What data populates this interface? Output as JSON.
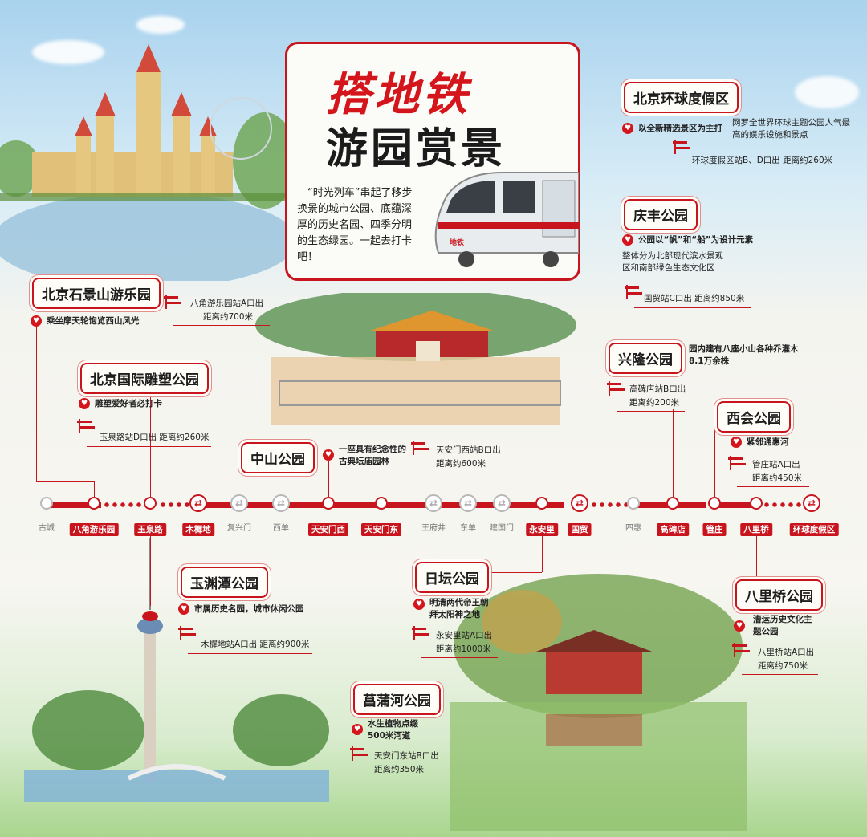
{
  "title": {
    "main": "搭地铁",
    "sub": "游园赏景"
  },
  "intro": "“时光列车”串起了移步换景的城市公园、底蕴深厚的历史名园、四季分明的生态绿园。一起去打卡吧！",
  "train_badge": "地铁",
  "colors": {
    "accent": "#c8151d",
    "inactive": "#b8b8b8"
  },
  "parks": [
    {
      "name": "北京石景山游乐园",
      "feature": "乘坐摩天轮饱览西山风光",
      "exit": "八角游乐园站A口出",
      "distance": "距离约700米"
    },
    {
      "name": "北京国际雕塑公园",
      "feature": "雕塑爱好者必打卡",
      "exit": "玉泉路站D口出 距离约260米"
    },
    {
      "name": "中山公园",
      "feature": "一座具有纪念性的古典坛庙园林",
      "exit": "天安门西站B口出",
      "distance": "距离约600米"
    },
    {
      "name": "玉渊潭公园",
      "feature": "市属历史名园，城市休闲公园",
      "exit": "木樨地站A口出 距离约900米"
    },
    {
      "name": "日坛公园",
      "feature": "明清两代帝王朝拜太阳神之地",
      "exit": "永安里站A口出",
      "distance": "距离约1000米"
    },
    {
      "name": "菖蒲河公园",
      "feature": "水生植物点缀500米河道",
      "exit": "天安门东站B口出",
      "distance": "距离约350米"
    },
    {
      "name": "北京环球度假区",
      "feature": "以全新精选景区为主打",
      "note": "网罗全世界环球主题公园人气最高的娱乐设施和景点",
      "exit": "环球度假区站B、D口出 距离约260米"
    },
    {
      "name": "庆丰公园",
      "feature": "公园以“帆”和“船”为设计元素",
      "note": "整体分为北部现代滨水景观区和南部绿色生态文化区",
      "exit": "国贸站C口出 距离约850米"
    },
    {
      "name": "兴隆公园",
      "feature": "园内建有八座小山各种乔灌木8.1万余株",
      "exit": "高碑店站B口出",
      "distance": "距离约200米"
    },
    {
      "name": "西会公园",
      "feature": "紧邻通惠河",
      "exit": "管庄站A口出",
      "distance": "距离约450米"
    },
    {
      "name": "八里桥公园",
      "feature": "漕运历史文化主题公园",
      "exit": "八里桥站A口出",
      "distance": "距离约750米"
    }
  ],
  "stations": [
    {
      "name": "古城",
      "highlight": false
    },
    {
      "name": "八角游乐园",
      "highlight": true
    },
    {
      "name": "玉泉路",
      "highlight": true
    },
    {
      "name": "木樨地",
      "highlight": true
    },
    {
      "name": "复兴门",
      "highlight": false
    },
    {
      "name": "西单",
      "highlight": false
    },
    {
      "name": "天安门西",
      "highlight": true
    },
    {
      "name": "天安门东",
      "highlight": true
    },
    {
      "name": "王府井",
      "highlight": false
    },
    {
      "name": "东单",
      "highlight": false
    },
    {
      "name": "建国门",
      "highlight": false
    },
    {
      "name": "永安里",
      "highlight": true
    },
    {
      "name": "国贸",
      "highlight": true
    },
    {
      "name": "四惠",
      "highlight": false
    },
    {
      "name": "高碑店",
      "highlight": true
    },
    {
      "name": "管庄",
      "highlight": true
    },
    {
      "name": "八里桥",
      "highlight": true
    },
    {
      "name": "环球度假区",
      "highlight": true
    }
  ]
}
